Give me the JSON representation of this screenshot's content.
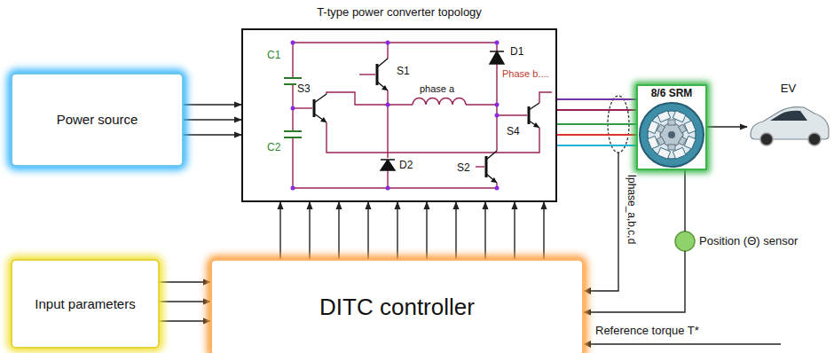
{
  "diagram": {
    "nodes": [
      {
        "text": [
          "T-type power converter topology"
        ]
      },
      {
        "text": [
          "Power source"
        ]
      },
      {
        "text": [
          "8/6 SRM"
        ]
      },
      {
        "text": [
          "EV"
        ]
      },
      {
        "text": [
          "Position (Θ) sensor"
        ]
      },
      {
        "text": [
          "Input parameters"
        ]
      },
      {
        "text": [
          "DITC controller"
        ]
      }
    ],
    "edges": [
      {
        "from": 1,
        "to": 0,
        "arrow": "to"
      },
      {
        "from": 1,
        "to": 0,
        "arrow": "to"
      },
      {
        "from": 1,
        "to": 0,
        "arrow": "to"
      },
      {
        "from": 0,
        "to": 2,
        "arrow": "none"
      },
      {
        "from": 0,
        "to": 2,
        "arrow": "none"
      },
      {
        "from": 0,
        "to": 2,
        "arrow": "none"
      },
      {
        "from": 0,
        "to": 2,
        "arrow": "none"
      },
      {
        "from": 0,
        "to": 2,
        "arrow": "none"
      },
      {
        "from": 2,
        "to": 3,
        "arrow": "to"
      },
      {
        "from": 2,
        "to": 4,
        "arrow": "none"
      },
      {
        "from": 4,
        "to": 6,
        "arrow": "to"
      },
      {
        "from": 5,
        "to": 6,
        "arrow": "to"
      },
      {
        "from": 5,
        "to": 6,
        "arrow": "to"
      },
      {
        "from": 5,
        "to": 6,
        "arrow": "to"
      },
      {
        "from": 6,
        "to": 0,
        "arrow": "to"
      },
      {
        "from": 6,
        "to": 0,
        "arrow": "to"
      },
      {
        "from": 6,
        "to": 0,
        "arrow": "to"
      },
      {
        "from": 6,
        "to": 0,
        "arrow": "to"
      },
      {
        "from": 6,
        "to": 0,
        "arrow": "to"
      },
      {
        "from": 6,
        "to": 0,
        "arrow": "to"
      },
      {
        "from": 6,
        "to": 0,
        "arrow": "to"
      },
      {
        "from": 6,
        "to": 0,
        "arrow": "to"
      },
      {
        "from": 6,
        "to": 0,
        "arrow": "to"
      },
      {
        "from": 6,
        "to": 0,
        "arrow": "to"
      }
    ],
    "labels": [
      "C1",
      "S3",
      "S1",
      "phase a",
      "D1",
      "Phase b....",
      "S4",
      "C2",
      "D2",
      "S2",
      "Iphase_a,b,c,d",
      "Reference torque T*"
    ]
  }
}
